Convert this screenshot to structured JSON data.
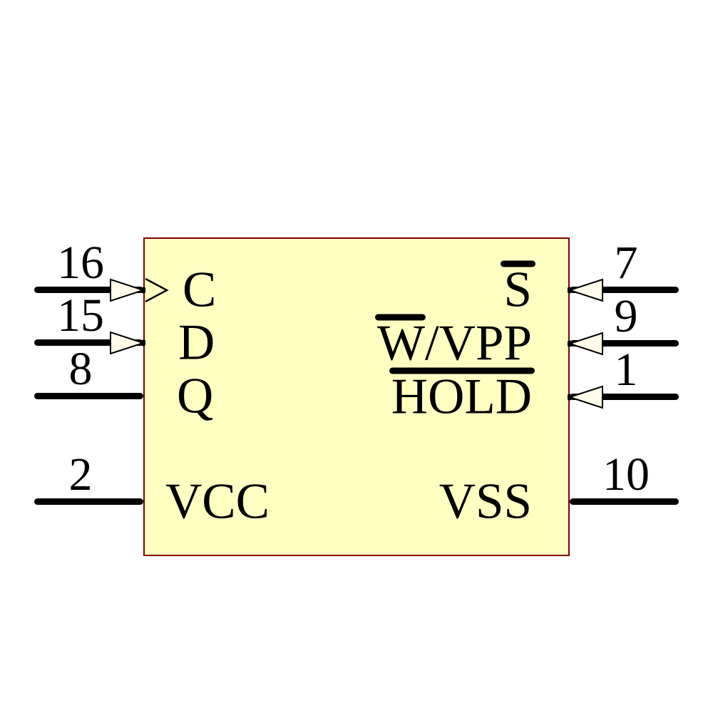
{
  "component": {
    "kind": "schematic-symbol",
    "body_fill": "#ffffc2",
    "body_border_color": "#7f0000",
    "pin_color": "#000000",
    "arrow_fill": "#fffde9"
  },
  "pins": {
    "left": [
      {
        "number": "16",
        "name": "C",
        "type": "clock-input",
        "decorations": [
          "input-arrow-icon",
          "clock-icon"
        ]
      },
      {
        "number": "15",
        "name": "D",
        "type": "input",
        "decorations": [
          "input-arrow-icon"
        ]
      },
      {
        "number": "8",
        "name": "Q",
        "type": "output",
        "decorations": []
      },
      {
        "number": "2",
        "name": "VCC",
        "type": "power",
        "decorations": []
      }
    ],
    "right": [
      {
        "number": "7",
        "name": "S",
        "overline": "full",
        "type": "input",
        "decorations": [
          "input-arrow-icon"
        ]
      },
      {
        "number": "9",
        "name_bar_part": "W",
        "name_rest": "/VPP",
        "name": "W/VPP",
        "overline": "W-only",
        "type": "input",
        "decorations": [
          "input-arrow-icon"
        ]
      },
      {
        "number": "1",
        "name": "HOLD",
        "overline": "full",
        "type": "input",
        "decorations": [
          "input-arrow-icon"
        ]
      },
      {
        "number": "10",
        "name": "VSS",
        "type": "power",
        "decorations": []
      }
    ]
  }
}
